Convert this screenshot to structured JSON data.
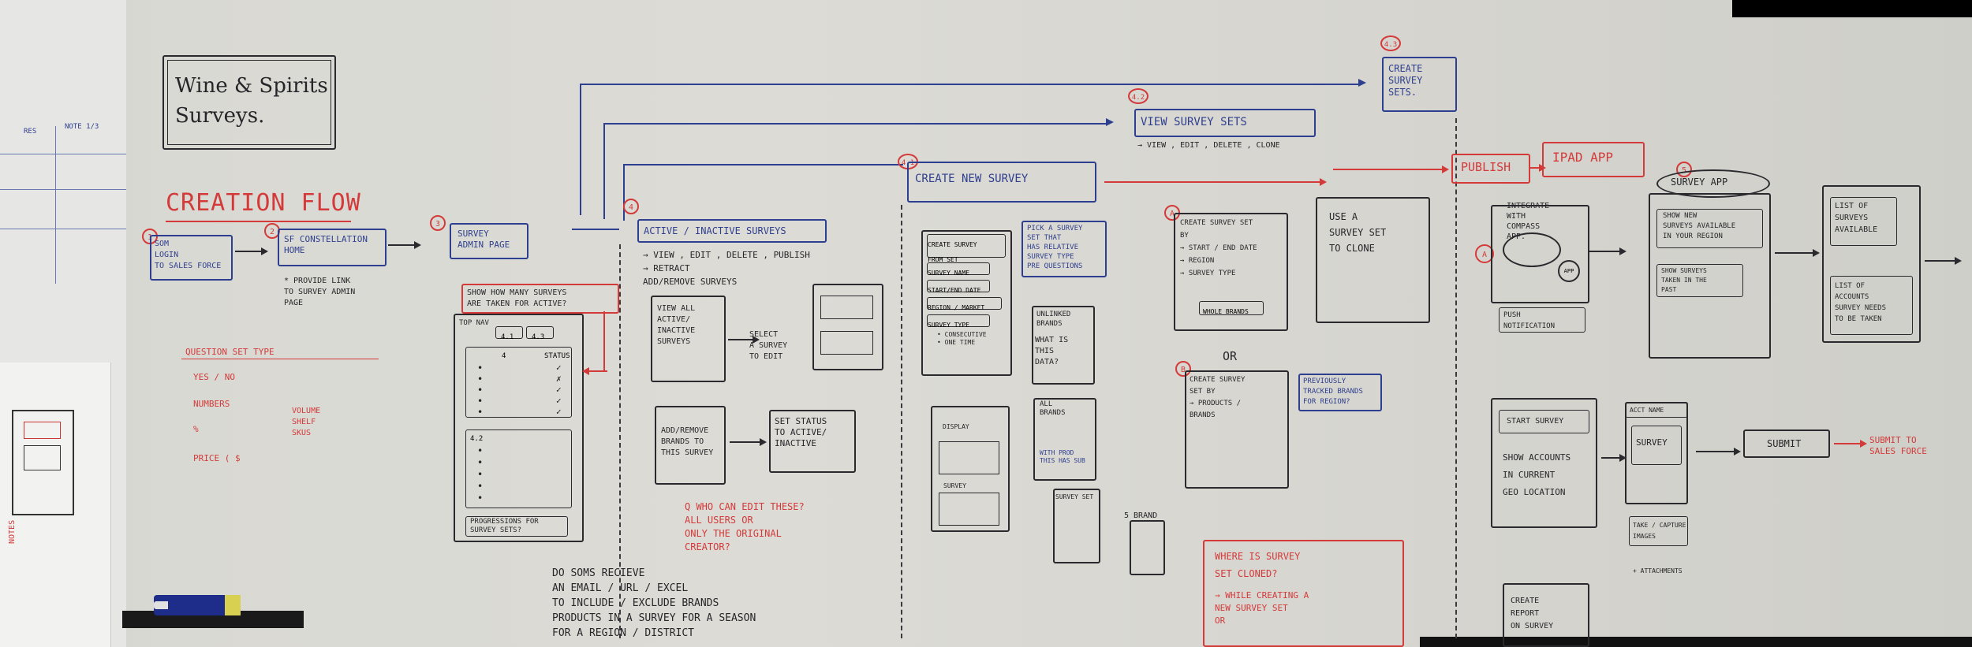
{
  "title_box": {
    "text": "Wine & Spirits\nSurveys."
  },
  "creation_flow": {
    "heading": "CREATION FLOW"
  },
  "step1": {
    "num": "1",
    "text": "SOM\nLOGIN\nTO SALES FORCE"
  },
  "step2": {
    "num": "2",
    "text": "SF CONSTELLATION\nHOME",
    "note": "* PROVIDE LINK\nTO SURVEY ADMIN\nPAGE"
  },
  "step3": {
    "num": "3",
    "text": "SURVEY\nADMIN PAGE",
    "question": "SHOW HOW MANY SURVEYS\nARE TAKEN FOR ACTIVE?",
    "tab_label": "TOP NAV",
    "tabs": [
      "4.1",
      "4.3"
    ],
    "col": "4",
    "status": "STATUS",
    "sub": "4.2",
    "bottom": "PROGRESSIONS FOR\nSURVEY SETS?"
  },
  "step4": {
    "num": "4",
    "header": "ACTIVE / INACTIVE SURVEYS",
    "actions": "→ VIEW , EDIT , DELETE , PUBLISH\n→ RETRACT\nADD/REMOVE SURVEYS",
    "view_all": "VIEW ALL\nACTIVE/\nINACTIVE\nSURVEYS",
    "select": "SELECT\nA SURVEY\nTO EDIT",
    "add_remove": "ADD/REMOVE\nBRANDS TO\nTHIS SURVEY",
    "set_status": "SET STATUS\nTO ACTIVE/\nINACTIVE",
    "question": "Q WHO CAN EDIT THESE?\nALL USERS OR\nONLY THE ORIGINAL\nCREATOR?"
  },
  "bottom_note": "DO SOMS RECIEVE\nAN EMAIL / URL / EXCEL\nTO INCLUDE / EXCLUDE BRANDS\nPRODUCTS IN A SURVEY FOR A SEASON\nFOR A REGION / DISTRICT",
  "question_set": {
    "heading": "QUESTION SET TYPE",
    "items": [
      "YES / NO",
      "NUMBERS",
      "%",
      "PRICE ( $"
    ],
    "numbers_note": "VOLUME\nSHELF\nSKUS"
  },
  "step41": {
    "num": "4.1",
    "header": "CREATE NEW SURVEY",
    "form": [
      "CREATE SURVEY\nFROM SET",
      "SURVEY NAME",
      "START/END DATE",
      "REGION / MARKET",
      "SURVEY TYPE"
    ],
    "form_sub": "• CONSECUTIVE\n• ONE TIME",
    "pick": "PICK A SURVEY\nSET THAT\nHAS RELATIVE\nSURVEY TYPE\nPRE QUESTIONS",
    "unlinked": "UNLINKED\nBRANDS",
    "what": "WHAT IS\nTHIS\nDATA?",
    "all_brands": "ALL\nBRANDS",
    "brands_note": "WITH PROD\nTHIS HAS SUB",
    "survey_set": "SURVEY SET",
    "brand": "5 BRAND",
    "display": "DISPLAY",
    "survey": "SURVEY"
  },
  "step42": {
    "num": "4.2",
    "header": "VIEW SURVEY SETS",
    "actions": "→ VIEW , EDIT , DELETE , CLONE"
  },
  "step43": {
    "num": "4.3",
    "header": "CREATE\nSURVEY\nSETS."
  },
  "set_create": {
    "num_a": "A",
    "a_text": "CREATE SURVEY SET\nBY\n→ START / END DATE\n→ REGION\n→ SURVEY TYPE",
    "a_sub": "WHOLE BRANDS",
    "clone": "USE A\nSURVEY SET\nTO CLONE",
    "or": "OR",
    "num_b": "B",
    "b_text": "CREATE SURVEY\nSET BY\n→ PRODUCTS /\nBRANDS",
    "b_note": "PREVIOUSLY\nTRACKED BRANDS\nFOR REGION?",
    "where_q": "WHERE IS SURVEY\nSET CLONED?",
    "where_a": "→ WHILE CREATING A\nNEW SURVEY SET\nOR"
  },
  "publish": {
    "label": "PUBLISH",
    "ipad": "IPAD APP",
    "integrate": "INTEGRATE\nWITH\nCOMPASS\nAPP.",
    "app": "APP",
    "push": "PUSH\nNOTIFICATION",
    "num": "A"
  },
  "survey_app": {
    "num": "5",
    "header": "SURVEY APP",
    "show_new": "SHOW NEW\nSURVEYS AVAILABLE\nIN YOUR REGION",
    "show_past": "SHOW SURVEYS\nTAKEN IN THE\nPAST",
    "list": "LIST OF\nSURVEYS\nAVAILABLE",
    "accounts": "LIST OF\nACCOUNTS\nSURVEY NEEDS\nTO BE TAKEN"
  },
  "take": {
    "start": "START SURVEY",
    "show_acc": "SHOW ACCOUNTS\nIN CURRENT\nGEO LOCATION",
    "acct": "ACCT NAME",
    "survey": "SURVEY",
    "submit": "SUBMIT",
    "submit_note": "SUBMIT TO\nSALES FORCE",
    "photo": "TAKE / CAPTURE\nIMAGES",
    "attach": "+ ATTACHMENTS",
    "report": "CREATE\nREPORT\nON SURVEY"
  },
  "left_board": {
    "cols": [
      "RES",
      "NOTE 1/3"
    ]
  }
}
